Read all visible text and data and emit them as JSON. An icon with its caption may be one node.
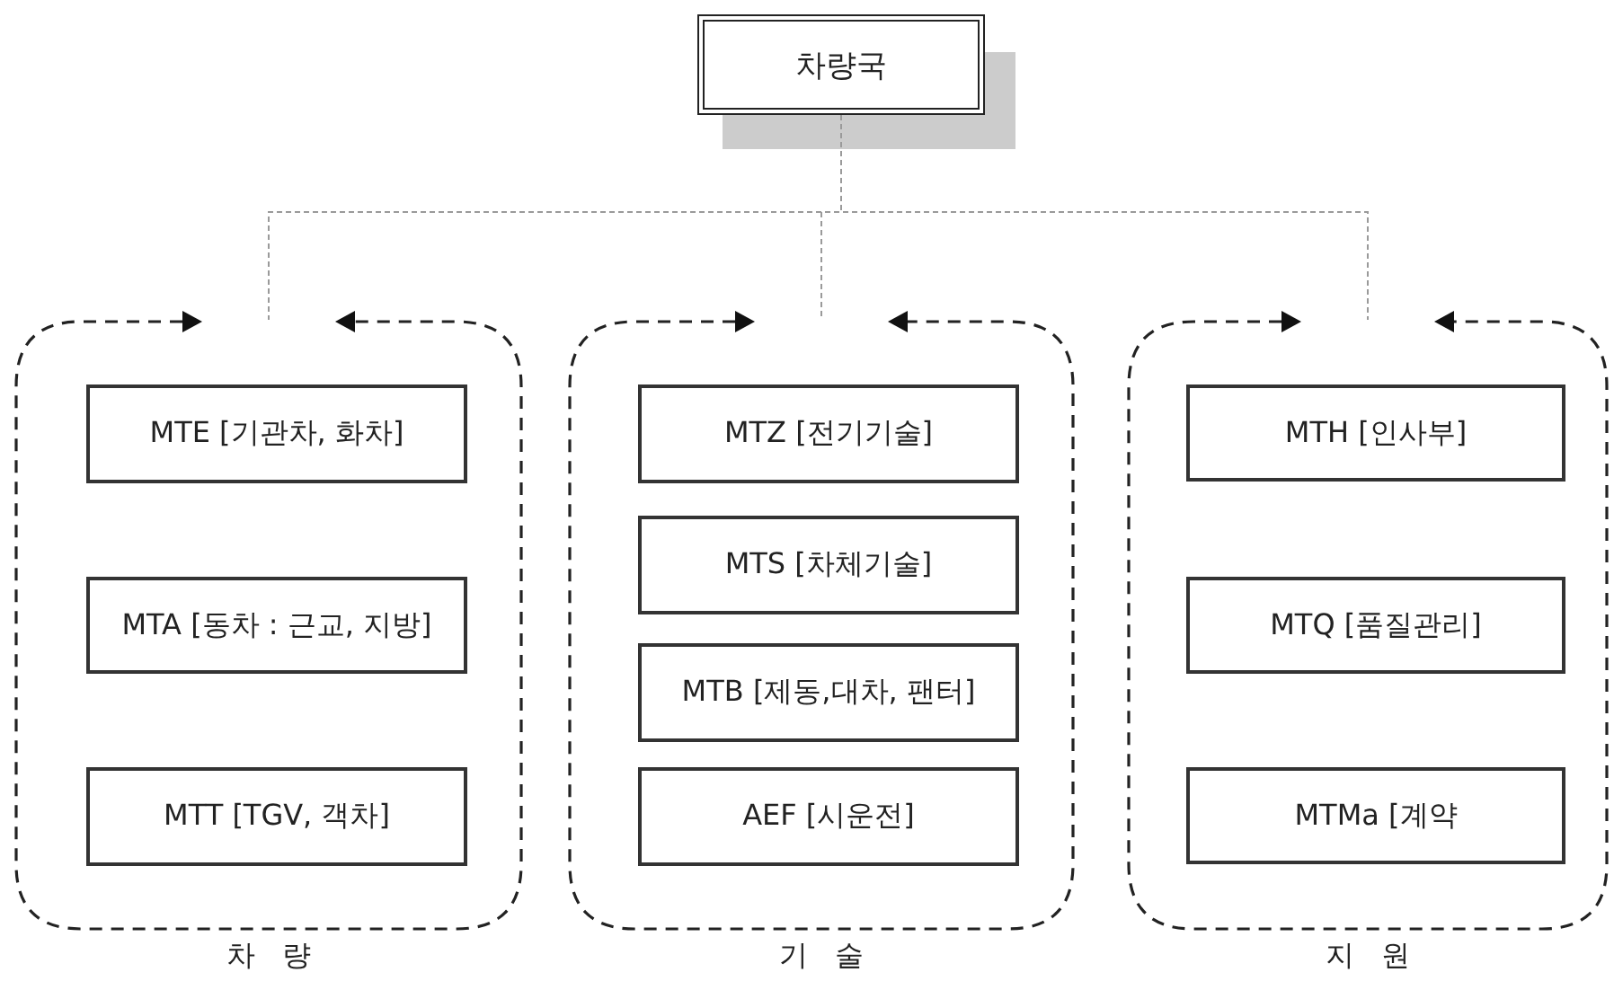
{
  "diagram": {
    "nodes": [
      {
        "text": [
          "차량국"
        ]
      },
      {
        "text": [
          "차 량"
        ]
      },
      {
        "text": [
          "MTE [기관차, 화차]"
        ],
        "in": 1
      },
      {
        "text": [
          "MTA [동차 : 근교, 지방]"
        ],
        "in": 1
      },
      {
        "text": [
          "MTT [TGV, 객차]"
        ],
        "in": 1
      },
      {
        "text": [
          "기 술"
        ]
      },
      {
        "text": [
          "MTZ [전기기술]"
        ],
        "in": 5
      },
      {
        "text": [
          "MTS [차체기술]"
        ],
        "in": 5
      },
      {
        "text": [
          "MTB [제동,대차, 팬터]"
        ],
        "in": 5
      },
      {
        "text": [
          "AEF [시운전]"
        ],
        "in": 5
      },
      {
        "text": [
          "지 원"
        ]
      },
      {
        "text": [
          "MTH [인사부]"
        ],
        "in": 10
      },
      {
        "text": [
          "MTQ [품질관리]"
        ],
        "in": 10
      },
      {
        "text": [
          "MTMa [계약"
        ],
        "in": 10
      }
    ],
    "edges": [
      {
        "from": 0,
        "to": 1,
        "arrow": "none",
        "style": "dashed"
      },
      {
        "from": 0,
        "to": 5,
        "arrow": "none",
        "style": "dashed"
      },
      {
        "from": 0,
        "to": 10,
        "arrow": "none",
        "style": "dashed"
      }
    ]
  }
}
